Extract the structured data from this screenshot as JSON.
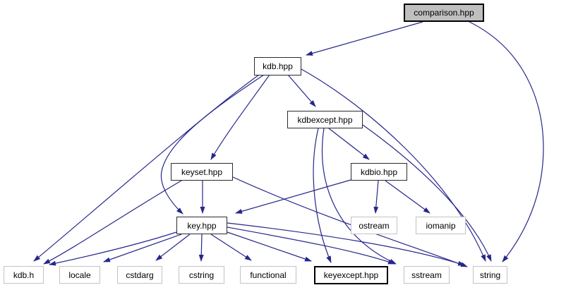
{
  "diagram": {
    "type": "include-dependency-graph",
    "background": "#ffffff",
    "edge_color": "#26268c",
    "highlight_fill": "#bfbfbf",
    "nodes": {
      "comparison_hpp": {
        "label": "comparison.hpp",
        "kind": "highlighted-file"
      },
      "kdb_hpp": {
        "label": "kdb.hpp",
        "kind": "file"
      },
      "kdbexcept_hpp": {
        "label": "kdbexcept.hpp",
        "kind": "file"
      },
      "keyset_hpp": {
        "label": "keyset.hpp",
        "kind": "file"
      },
      "kdbio_hpp": {
        "label": "kdbio.hpp",
        "kind": "file"
      },
      "key_hpp": {
        "label": "key.hpp",
        "kind": "file"
      },
      "ostream": {
        "label": "ostream",
        "kind": "system-header"
      },
      "iomanip": {
        "label": "iomanip",
        "kind": "system-header"
      },
      "kdb_h": {
        "label": "kdb.h",
        "kind": "system-header"
      },
      "locale": {
        "label": "locale",
        "kind": "system-header"
      },
      "cstdarg": {
        "label": "cstdarg",
        "kind": "system-header"
      },
      "cstring": {
        "label": "cstring",
        "kind": "system-header"
      },
      "functional": {
        "label": "functional",
        "kind": "system-header"
      },
      "keyexcept_hpp": {
        "label": "keyexcept.hpp",
        "kind": "file-bold"
      },
      "sstream": {
        "label": "sstream",
        "kind": "system-header"
      },
      "string": {
        "label": "string",
        "kind": "system-header"
      }
    },
    "edges": [
      {
        "from": "comparison.hpp",
        "to": "kdb.hpp"
      },
      {
        "from": "comparison.hpp",
        "to": "string"
      },
      {
        "from": "kdb.hpp",
        "to": "kdbexcept.hpp"
      },
      {
        "from": "kdb.hpp",
        "to": "keyset.hpp"
      },
      {
        "from": "kdb.hpp",
        "to": "key.hpp"
      },
      {
        "from": "kdb.hpp",
        "to": "kdb.h"
      },
      {
        "from": "kdb.hpp",
        "to": "string"
      },
      {
        "from": "kdbexcept.hpp",
        "to": "kdbio.hpp"
      },
      {
        "from": "kdbexcept.hpp",
        "to": "keyexcept.hpp"
      },
      {
        "from": "kdbexcept.hpp",
        "to": "sstream"
      },
      {
        "from": "kdbexcept.hpp",
        "to": "string"
      },
      {
        "from": "kdbio.hpp",
        "to": "key.hpp"
      },
      {
        "from": "kdbio.hpp",
        "to": "ostream"
      },
      {
        "from": "kdbio.hpp",
        "to": "iomanip"
      },
      {
        "from": "keyset.hpp",
        "to": "kdb.h"
      },
      {
        "from": "keyset.hpp",
        "to": "key.hpp"
      },
      {
        "from": "keyset.hpp",
        "to": "string"
      },
      {
        "from": "key.hpp",
        "to": "kdb.h"
      },
      {
        "from": "key.hpp",
        "to": "locale"
      },
      {
        "from": "key.hpp",
        "to": "cstdarg"
      },
      {
        "from": "key.hpp",
        "to": "cstring"
      },
      {
        "from": "key.hpp",
        "to": "functional"
      },
      {
        "from": "key.hpp",
        "to": "keyexcept.hpp"
      },
      {
        "from": "key.hpp",
        "to": "sstream"
      },
      {
        "from": "key.hpp",
        "to": "string"
      }
    ]
  }
}
